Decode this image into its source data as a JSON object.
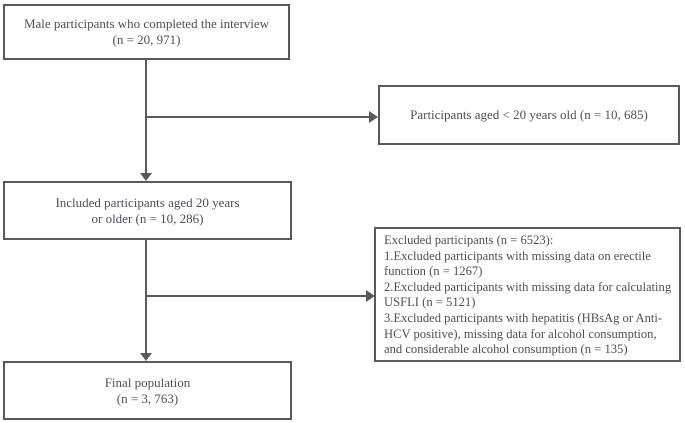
{
  "diagram": {
    "background_color": "#ffffff",
    "line_color": "#595959",
    "text_color": "#4f4f57",
    "boxes": {
      "top": {
        "line1": "Male participants who completed the interview",
        "line2": "(n = 20, 971)"
      },
      "excluded_age": {
        "label": "Participants aged < 20 years old (n = 10, 685)"
      },
      "included": {
        "line1": "Included participants aged 20 years",
        "line2": "or older (n = 10, 286)"
      },
      "excluded_detail": {
        "lines": [
          "Excluded participants (n = 6523):",
          "1.Excluded participants with missing data on erectile",
          "function (n = 1267)",
          "2.Excluded participants with missing data for calculating",
          "USFLI (n = 5121)",
          "3.Excluded participants with hepatitis (HBsAg or Anti-",
          "HCV positive), missing data for alcohol consumption,",
          "and considerable alcohol consumption (n = 135)"
        ]
      },
      "final": {
        "line1": "Final population",
        "line2": "(n = 3, 763)"
      }
    }
  }
}
